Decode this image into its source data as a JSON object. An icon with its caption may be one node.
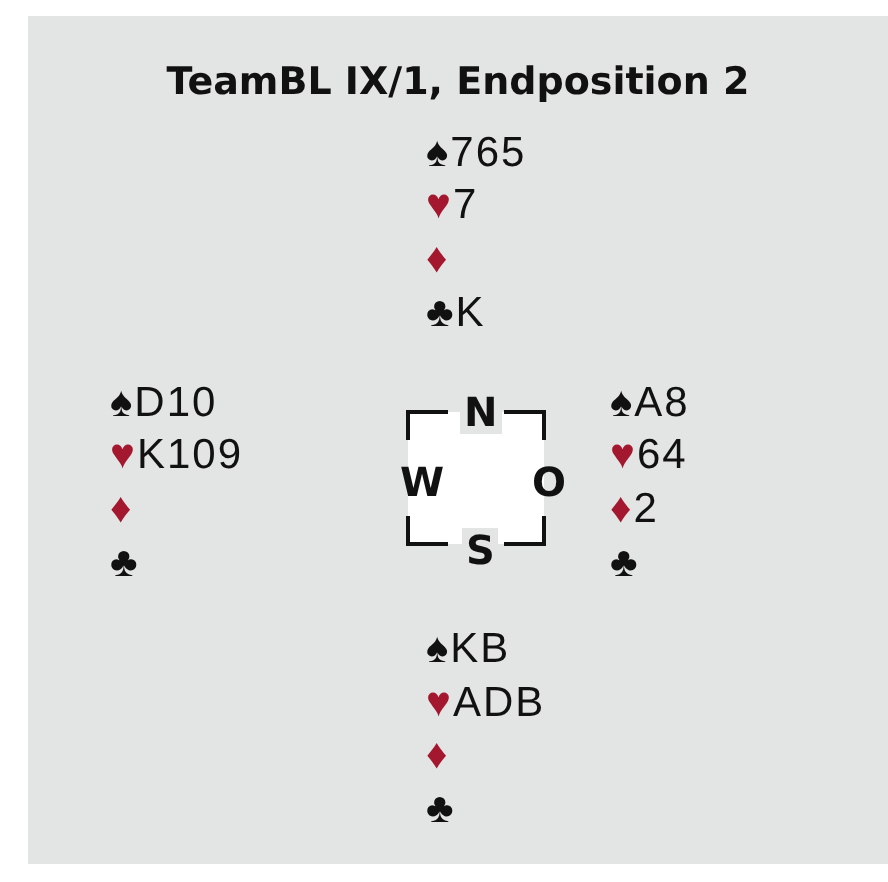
{
  "diagram": {
    "title": "TeamBL IX/1, Endposition 2",
    "nodes": [
      {
        "text": [
          "N",
          "W",
          "O",
          "S"
        ]
      }
    ],
    "labels": [
      "♠765",
      "♥7",
      "♦",
      "♣K",
      "♠D10",
      "♠A8",
      "♥K109",
      "♥64",
      "♦",
      "♦2",
      "♣",
      "♣",
      "♠KB",
      "♥ADB",
      "♦",
      "♣"
    ]
  }
}
